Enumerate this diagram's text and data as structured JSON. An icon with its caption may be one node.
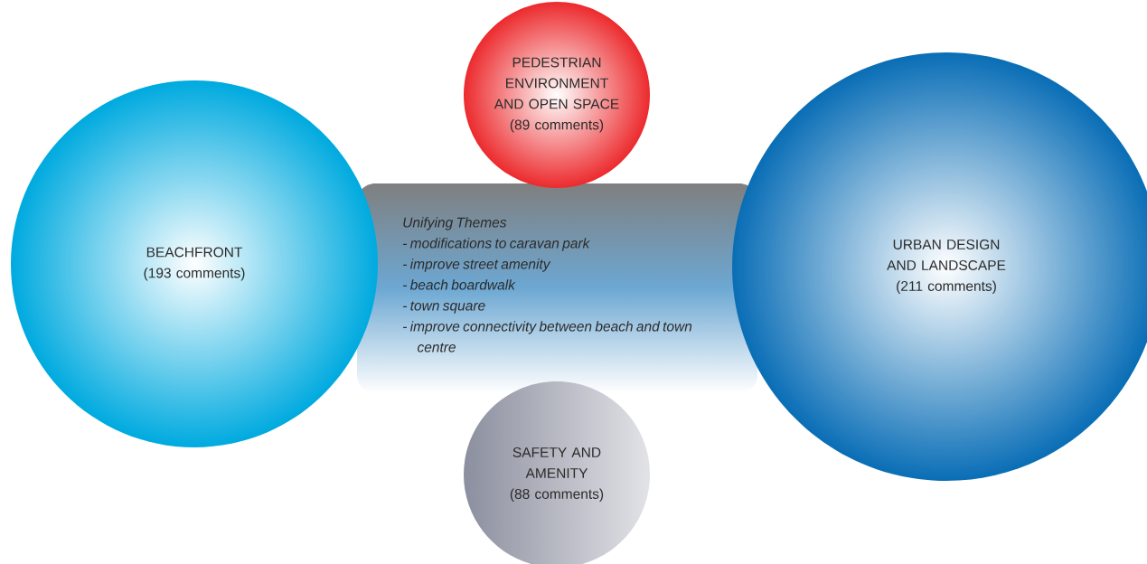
{
  "diagram": {
    "nodes": [
      {
        "text": [
          "Unifying Themes",
          "- modifications to caravan park",
          "- improve street amenity",
          "- beach boardwalk",
          "- town square",
          "- improve connectivity between beach and town centre"
        ]
      },
      {
        "text": [
          "BEACHFRONT",
          "(193 comments)"
        ]
      },
      {
        "text": [
          "PEDESTRIAN ENVIRONMENT AND OPEN SPACE",
          "(89 comments)"
        ]
      },
      {
        "text": [
          "URBAN DESIGN AND LANDSCAPE",
          "(211 comments)"
        ]
      },
      {
        "text": [
          "SAFETY AND AMENITY",
          "(88 comments)"
        ]
      }
    ],
    "edges": []
  }
}
